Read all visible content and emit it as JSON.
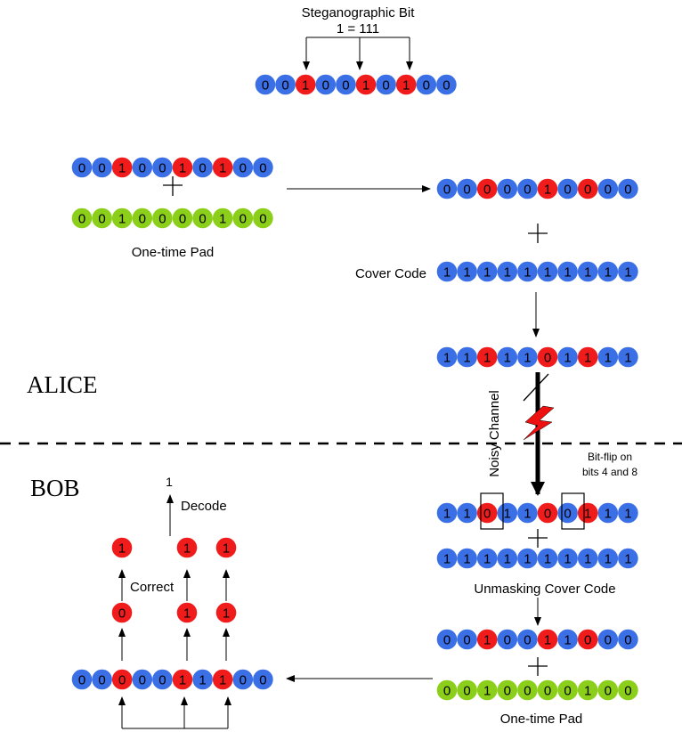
{
  "colors": {
    "blue": "#3b6fe6",
    "red": "#f01c1c",
    "green": "#8ccf1a",
    "line": "#000000",
    "lightning": "#ee1111"
  },
  "labels": {
    "steg_title": "Steganographic Bit",
    "steg_rule": "1 = 111",
    "otp_alice": "One-time Pad",
    "cover_code": "Cover Code",
    "alice": "ALICE",
    "bob": "BOB",
    "noisy_channel": "Noisy Channel",
    "bitflip_line1": "Bit-flip on",
    "bitflip_line2": "bits 4 and 8",
    "unmasking": "Unmasking Cover Code",
    "otp_bob": "One-time Pad",
    "decode": "Decode",
    "decoded_value": "1",
    "correct": "Correct"
  },
  "rows": {
    "steg_top": [
      {
        "b": "0",
        "c": "blue"
      },
      {
        "b": "0",
        "c": "blue"
      },
      {
        "b": "1",
        "c": "red"
      },
      {
        "b": "0",
        "c": "blue"
      },
      {
        "b": "0",
        "c": "blue"
      },
      {
        "b": "1",
        "c": "red"
      },
      {
        "b": "0",
        "c": "blue"
      },
      {
        "b": "1",
        "c": "red"
      },
      {
        "b": "0",
        "c": "blue"
      },
      {
        "b": "0",
        "c": "blue"
      }
    ],
    "alice_input": [
      {
        "b": "0",
        "c": "blue"
      },
      {
        "b": "0",
        "c": "blue"
      },
      {
        "b": "1",
        "c": "red"
      },
      {
        "b": "0",
        "c": "blue"
      },
      {
        "b": "0",
        "c": "blue"
      },
      {
        "b": "1",
        "c": "red"
      },
      {
        "b": "0",
        "c": "blue"
      },
      {
        "b": "1",
        "c": "red"
      },
      {
        "b": "0",
        "c": "blue"
      },
      {
        "b": "0",
        "c": "blue"
      }
    ],
    "alice_pad": [
      {
        "b": "0",
        "c": "green"
      },
      {
        "b": "0",
        "c": "green"
      },
      {
        "b": "1",
        "c": "green"
      },
      {
        "b": "0",
        "c": "green"
      },
      {
        "b": "0",
        "c": "green"
      },
      {
        "b": "0",
        "c": "green"
      },
      {
        "b": "0",
        "c": "green"
      },
      {
        "b": "1",
        "c": "green"
      },
      {
        "b": "0",
        "c": "green"
      },
      {
        "b": "0",
        "c": "green"
      }
    ],
    "alice_xor_result": [
      {
        "b": "0",
        "c": "blue"
      },
      {
        "b": "0",
        "c": "blue"
      },
      {
        "b": "0",
        "c": "red"
      },
      {
        "b": "0",
        "c": "blue"
      },
      {
        "b": "0",
        "c": "blue"
      },
      {
        "b": "1",
        "c": "red"
      },
      {
        "b": "0",
        "c": "blue"
      },
      {
        "b": "0",
        "c": "red"
      },
      {
        "b": "0",
        "c": "blue"
      },
      {
        "b": "0",
        "c": "blue"
      }
    ],
    "cover_code": [
      {
        "b": "1",
        "c": "blue"
      },
      {
        "b": "1",
        "c": "blue"
      },
      {
        "b": "1",
        "c": "blue"
      },
      {
        "b": "1",
        "c": "blue"
      },
      {
        "b": "1",
        "c": "blue"
      },
      {
        "b": "1",
        "c": "blue"
      },
      {
        "b": "1",
        "c": "blue"
      },
      {
        "b": "1",
        "c": "blue"
      },
      {
        "b": "1",
        "c": "blue"
      },
      {
        "b": "1",
        "c": "blue"
      }
    ],
    "alice_sent": [
      {
        "b": "1",
        "c": "blue"
      },
      {
        "b": "1",
        "c": "blue"
      },
      {
        "b": "1",
        "c": "red"
      },
      {
        "b": "1",
        "c": "blue"
      },
      {
        "b": "1",
        "c": "blue"
      },
      {
        "b": "0",
        "c": "red"
      },
      {
        "b": "1",
        "c": "blue"
      },
      {
        "b": "1",
        "c": "red"
      },
      {
        "b": "1",
        "c": "blue"
      },
      {
        "b": "1",
        "c": "blue"
      }
    ],
    "bob_received": [
      {
        "b": "1",
        "c": "blue"
      },
      {
        "b": "1",
        "c": "blue"
      },
      {
        "b": "0",
        "c": "red"
      },
      {
        "b": "1",
        "c": "blue"
      },
      {
        "b": "1",
        "c": "blue"
      },
      {
        "b": "0",
        "c": "red"
      },
      {
        "b": "0",
        "c": "blue"
      },
      {
        "b": "1",
        "c": "red"
      },
      {
        "b": "1",
        "c": "blue"
      },
      {
        "b": "1",
        "c": "blue"
      }
    ],
    "bob_cover": [
      {
        "b": "1",
        "c": "blue"
      },
      {
        "b": "1",
        "c": "blue"
      },
      {
        "b": "1",
        "c": "blue"
      },
      {
        "b": "1",
        "c": "blue"
      },
      {
        "b": "1",
        "c": "blue"
      },
      {
        "b": "1",
        "c": "blue"
      },
      {
        "b": "1",
        "c": "blue"
      },
      {
        "b": "1",
        "c": "blue"
      },
      {
        "b": "1",
        "c": "blue"
      },
      {
        "b": "1",
        "c": "blue"
      }
    ],
    "bob_unmasked": [
      {
        "b": "0",
        "c": "blue"
      },
      {
        "b": "0",
        "c": "blue"
      },
      {
        "b": "1",
        "c": "red"
      },
      {
        "b": "0",
        "c": "blue"
      },
      {
        "b": "0",
        "c": "blue"
      },
      {
        "b": "1",
        "c": "red"
      },
      {
        "b": "1",
        "c": "blue"
      },
      {
        "b": "0",
        "c": "red"
      },
      {
        "b": "0",
        "c": "blue"
      },
      {
        "b": "0",
        "c": "blue"
      }
    ],
    "bob_pad": [
      {
        "b": "0",
        "c": "green"
      },
      {
        "b": "0",
        "c": "green"
      },
      {
        "b": "1",
        "c": "green"
      },
      {
        "b": "0",
        "c": "green"
      },
      {
        "b": "0",
        "c": "green"
      },
      {
        "b": "0",
        "c": "green"
      },
      {
        "b": "0",
        "c": "green"
      },
      {
        "b": "1",
        "c": "green"
      },
      {
        "b": "0",
        "c": "green"
      },
      {
        "b": "0",
        "c": "green"
      }
    ],
    "bob_result": [
      {
        "b": "0",
        "c": "blue"
      },
      {
        "b": "0",
        "c": "blue"
      },
      {
        "b": "0",
        "c": "red"
      },
      {
        "b": "0",
        "c": "blue"
      },
      {
        "b": "0",
        "c": "blue"
      },
      {
        "b": "1",
        "c": "red"
      },
      {
        "b": "1",
        "c": "blue"
      },
      {
        "b": "1",
        "c": "red"
      },
      {
        "b": "0",
        "c": "blue"
      },
      {
        "b": "0",
        "c": "blue"
      }
    ]
  },
  "extracted": {
    "raw": [
      "0",
      "1",
      "1"
    ],
    "corrected": [
      "1",
      "1",
      "1"
    ]
  }
}
